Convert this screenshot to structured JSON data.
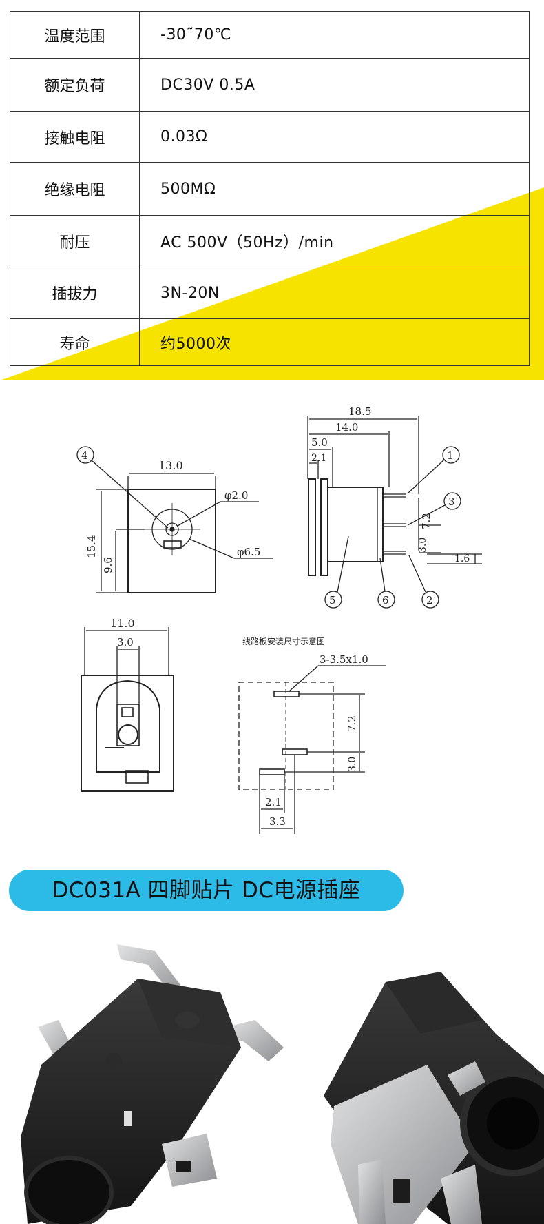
{
  "spec_table": {
    "rows": [
      {
        "key": "温度范围",
        "value": "-30˜70℃"
      },
      {
        "key": "额定负荷",
        "value": "DC30V 0.5A"
      },
      {
        "key": "接触电阻",
        "value": "0.03Ω"
      },
      {
        "key": "绝缘电阻",
        "value": "500MΩ"
      },
      {
        "key": "耐压",
        "value": "AC 500V（50Hz）/min"
      },
      {
        "key": "插拔力",
        "value": "3N-20N"
      },
      {
        "key": "寿命",
        "value": "约5000次"
      }
    ]
  },
  "drawings": {
    "front_view": {
      "width": "13.0",
      "height": "15.4",
      "offset": "9.6",
      "inner_dia": "φ2.0",
      "outer_dia": "φ6.5",
      "callout": "4"
    },
    "side_view": {
      "dim_total": "18.5",
      "dim_body": "14.0",
      "dim_flange": "5.0",
      "dim_lip": "2.1",
      "dim_pin_gap": "7.2",
      "dim_pin_low": "3.0",
      "dim_pin_len": "1.6",
      "callouts": [
        "1",
        "3",
        "2",
        "5",
        "6"
      ]
    },
    "top_view": {
      "width": "11.0",
      "inner": "3.0"
    },
    "pcb_view": {
      "caption": "线路板安装尺寸示意图",
      "pad_spec": "3-3.5x1.0",
      "pad_gap": "7.2",
      "pad_low": "3.0",
      "off_a": "2.1",
      "off_b": "3.3"
    }
  },
  "title": {
    "text": "DC031A 四脚贴片 DC电源插座"
  },
  "colors": {
    "accent_yellow": "#f7e300",
    "title_blue": "#2bbbe6",
    "component_black": "#1e1e1e",
    "metal": "#b7b8ba"
  }
}
